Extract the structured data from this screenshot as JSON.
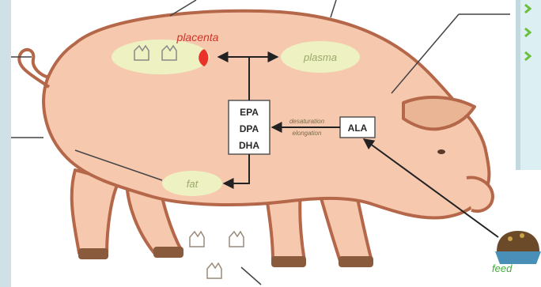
{
  "diagram": {
    "labels": {
      "placenta": "placenta",
      "plasma": "plasma",
      "fat": "fat",
      "epa": "EPA",
      "dpa": "DPA",
      "dha": "DHA",
      "ala": "ALA",
      "enzyme_top": "desaturation",
      "enzyme_bottom": "elongation",
      "feed": "feed"
    },
    "colors": {
      "pig_body": "#f6c8ae",
      "pig_outline": "#b5674a",
      "ellipse_fill": "#eef2c2",
      "placenta_accent": "#e8322a",
      "arrow": "#222222",
      "side_panel": "#dceff3",
      "side_panel_accent": "#6bbf3a"
    },
    "icons": [
      "piglet-icon",
      "feed-bowl-icon"
    ]
  }
}
